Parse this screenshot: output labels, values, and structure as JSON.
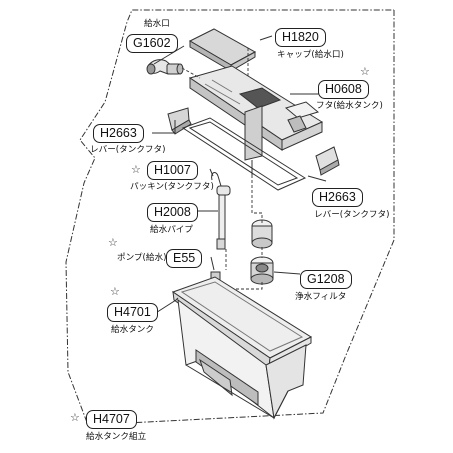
{
  "parts": [
    {
      "key": "kyusuiguchi",
      "code": "",
      "name": "給水口"
    },
    {
      "key": "g1602",
      "code": "G1602",
      "name": ""
    },
    {
      "key": "h1820",
      "code": "H1820",
      "name": "キャップ(給水口)"
    },
    {
      "key": "h0608",
      "code": "H0608",
      "name": "フタ(給水タンク)"
    },
    {
      "key": "h2663_left",
      "code": "H2663",
      "name": "レバー(タンクフタ)"
    },
    {
      "key": "h1007",
      "code": "H1007",
      "name": "パッキン(タンクフタ)"
    },
    {
      "key": "h2663_right",
      "code": "H2663",
      "name": "レバー(タンクフタ)"
    },
    {
      "key": "h2008",
      "code": "H2008",
      "name": "給水パイプ"
    },
    {
      "key": "pump",
      "code": "",
      "name": "ポンプ(給水)"
    },
    {
      "key": "e55",
      "code": "E55",
      "name": ""
    },
    {
      "key": "g1208",
      "code": "G1208",
      "name": "浄水フィルタ"
    },
    {
      "key": "h4701",
      "code": "H4701",
      "name": "給水タンク"
    },
    {
      "key": "h4707",
      "code": "H4707",
      "name": "給水タンク組立"
    }
  ],
  "star_symbol": "☆"
}
